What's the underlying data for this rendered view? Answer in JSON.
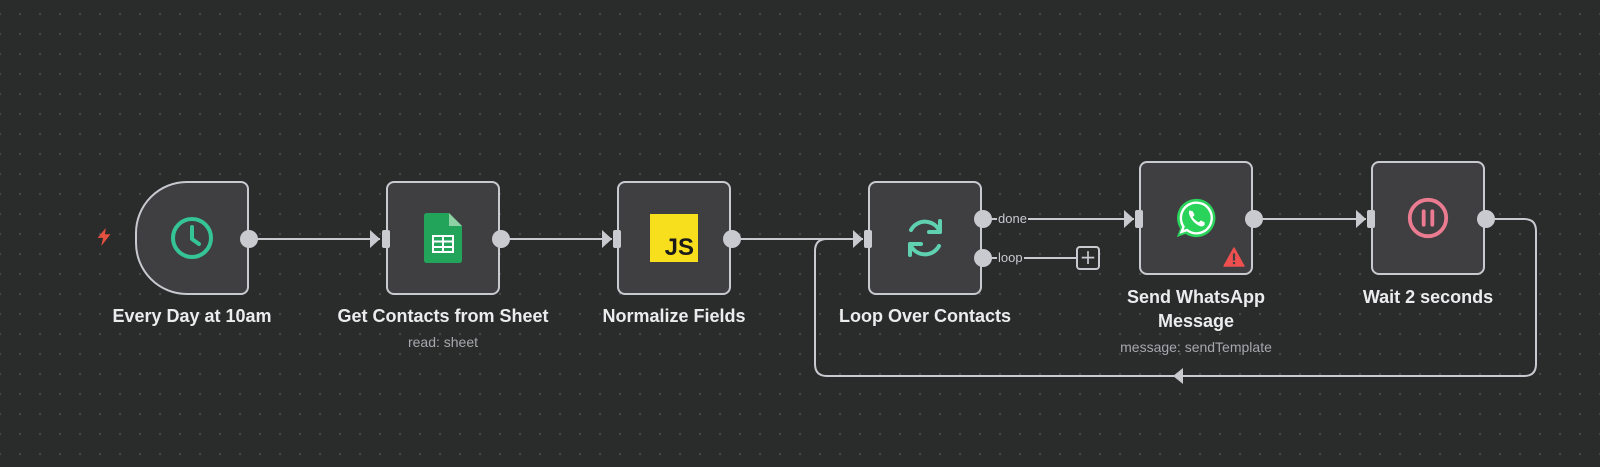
{
  "colors": {
    "canvas_bg": "#2a2b2b",
    "node_bg": "#3f3f42",
    "node_border": "#c9c9d0",
    "edge": "#c9c9d0",
    "trigger_accent": "#e5503f",
    "schedule_icon": "#35c495",
    "sheets_green": "#22a55b",
    "js_yellow": "#f7df1e",
    "loop_icon": "#5fd1b0",
    "whatsapp_green": "#2ad45a",
    "wait_icon": "#ea7b90",
    "warning": "#ef4f4f"
  },
  "nodes": [
    {
      "id": "schedule",
      "title": "Every Day at 10am",
      "subtitle": "",
      "icon": "clock-icon"
    },
    {
      "id": "sheets",
      "title": "Get Contacts from Sheet",
      "subtitle": "read: sheet",
      "icon": "google-sheets-icon"
    },
    {
      "id": "code",
      "title": "Normalize Fields",
      "subtitle": "",
      "icon": "javascript-icon",
      "icon_text": "JS"
    },
    {
      "id": "loop",
      "title": "Loop Over Contacts",
      "subtitle": "",
      "icon": "loop-arrows-icon"
    },
    {
      "id": "whatsapp",
      "title_line1": "Send WhatsApp",
      "title_line2": "Message",
      "subtitle": "message: sendTemplate",
      "icon": "whatsapp-icon",
      "badge": "warning-icon"
    },
    {
      "id": "wait",
      "title": "Wait 2 seconds",
      "subtitle": "",
      "icon": "pause-icon"
    }
  ],
  "edge_labels": {
    "done": "done",
    "loop": "loop"
  },
  "add_button": "+"
}
